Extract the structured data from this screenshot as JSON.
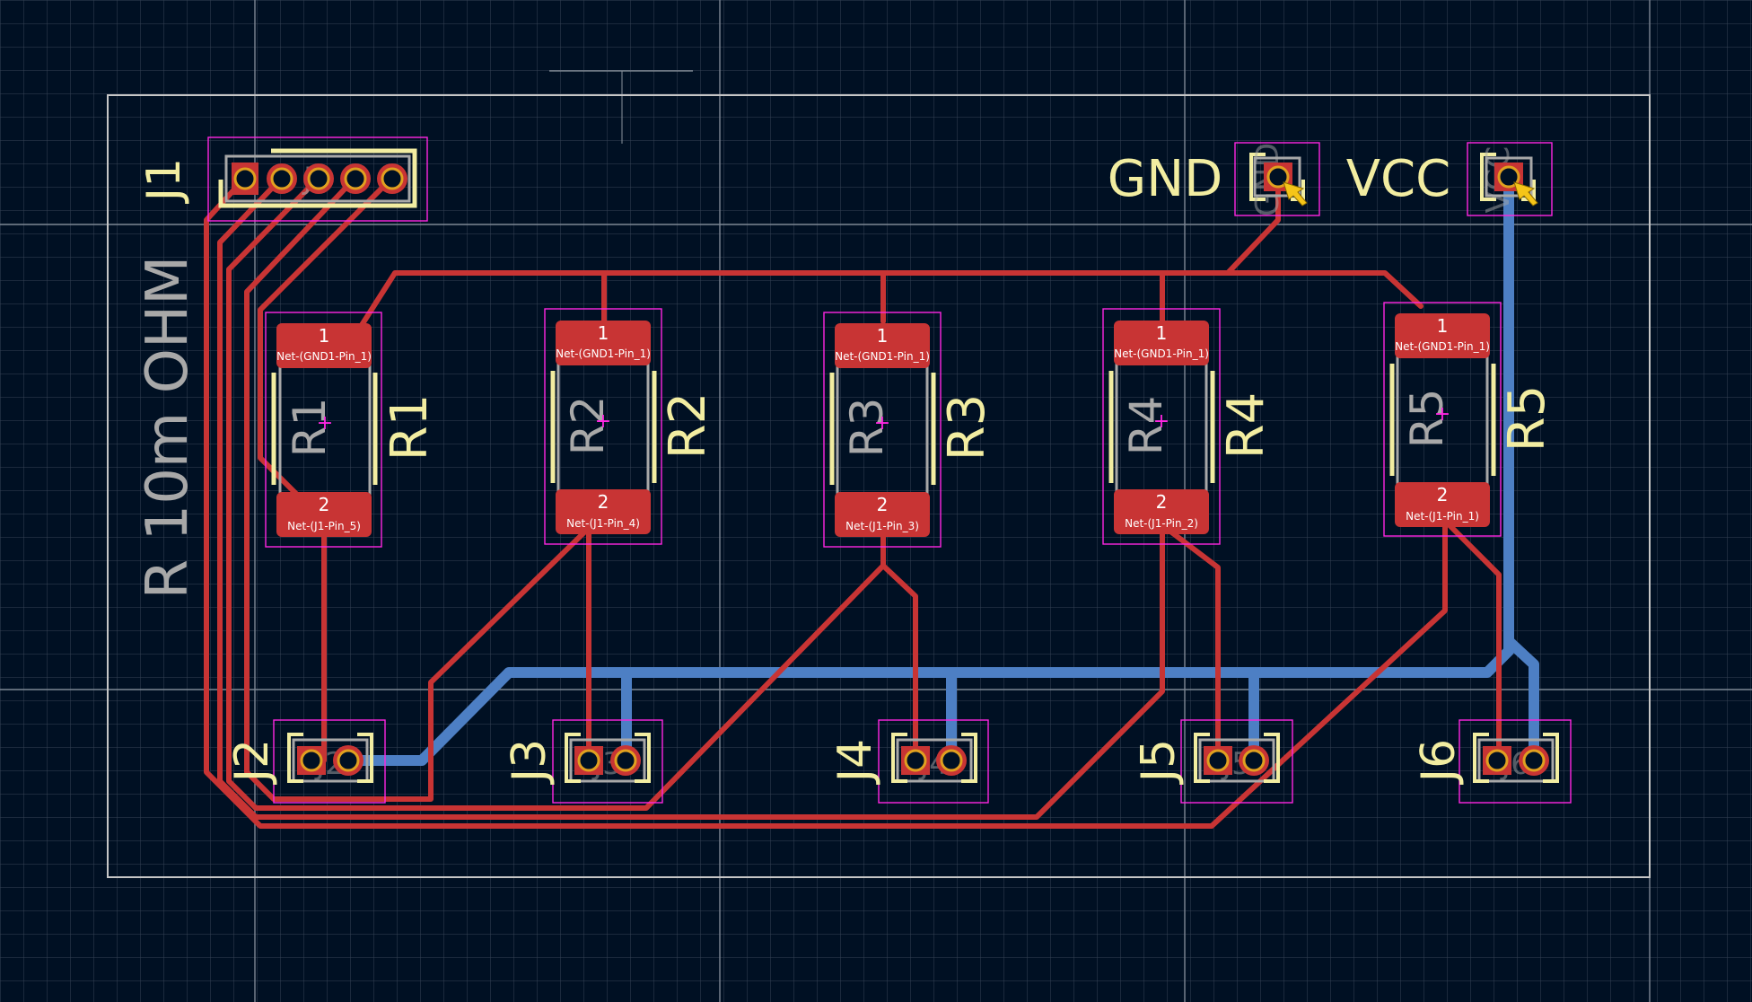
{
  "colors": {
    "background": "#001023",
    "grid_minor": "#3a4555",
    "grid_major": "#8a929c",
    "board_outline": "#c8c8c8",
    "copper_front": "#c83434",
    "copper_back": "#4d7fc4",
    "silkscreen": "#f2eda1",
    "fab_text": "#a8a8a8",
    "courtyard": "#ff26e2",
    "pad_label": "#ffffff",
    "via_ring": "#e0a020"
  },
  "board": {
    "value_label": "R 10m OHM"
  },
  "connectors": {
    "j1": {
      "ref": "J1",
      "fab": "J1"
    },
    "j2": {
      "ref": "J2",
      "fab": "J2"
    },
    "j3": {
      "ref": "J3",
      "fab": "J3"
    },
    "j4": {
      "ref": "J4",
      "fab": "J4"
    },
    "j5": {
      "ref": "J5",
      "fab": "J5"
    },
    "j6": {
      "ref": "J6",
      "fab": "J6"
    },
    "gnd": {
      "ref": "GND",
      "fab": "GND"
    },
    "vcc": {
      "ref": "VCC",
      "fab": "VCC"
    }
  },
  "resistors": [
    {
      "ref": "R1",
      "fab": "R1",
      "pad1_num": "1",
      "pad1_net": "Net-(GND1-Pin_1)",
      "pad2_num": "2",
      "pad2_net": "Net-(J1-Pin_5)"
    },
    {
      "ref": "R2",
      "fab": "R2",
      "pad1_num": "1",
      "pad1_net": "Net-(GND1-Pin_1)",
      "pad2_num": "2",
      "pad2_net": "Net-(J1-Pin_4)"
    },
    {
      "ref": "R3",
      "fab": "R3",
      "pad1_num": "1",
      "pad1_net": "Net-(GND1-Pin_1)",
      "pad2_num": "2",
      "pad2_net": "Net-(J1-Pin_3)"
    },
    {
      "ref": "R4",
      "fab": "R4",
      "pad1_num": "1",
      "pad1_net": "Net-(GND1-Pin_1)",
      "pad2_num": "2",
      "pad2_net": "Net-(J1-Pin_2)"
    },
    {
      "ref": "R5",
      "fab": "R5",
      "pad1_num": "1",
      "pad1_net": "Net-(GND1-Pin_1)",
      "pad2_num": "2",
      "pad2_net": "Net-(J1-Pin_1)"
    }
  ]
}
